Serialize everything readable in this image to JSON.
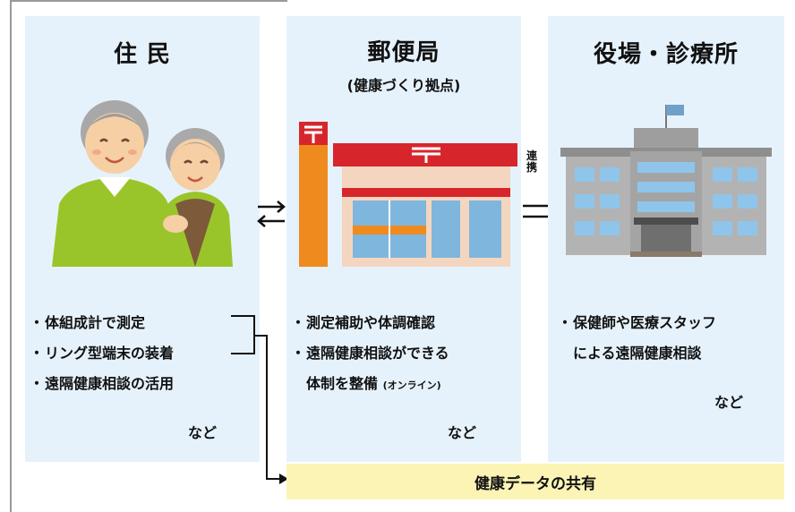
{
  "residents": {
    "title": "住 民",
    "items": [
      "体組成計で測定",
      "リング型端末の装着",
      "遠隔健康相談の活用"
    ],
    "etc": "など"
  },
  "post_office": {
    "title": "郵便局",
    "subtitle": "(健康づくり拠点)",
    "items_line1": "測定補助や体調確認",
    "items_line2": "遠隔健康相談ができる",
    "items_line3_main": "体制を整備",
    "items_line3_small": "(オンライン)",
    "etc": "など"
  },
  "office": {
    "title": "役場・診療所",
    "line1": "保健師や医療スタッフ",
    "line2": "による遠隔健康相談",
    "etc": "など"
  },
  "link_label": [
    "連",
    "携"
  ],
  "share_label": "健康データの共有",
  "colors": {
    "panel_bg": "#e6f2fb",
    "share_bg": "#fbf4b5",
    "post_red": "#d7262b",
    "post_orange": "#ef8a1e",
    "shirt_green": "#9ac52a"
  }
}
